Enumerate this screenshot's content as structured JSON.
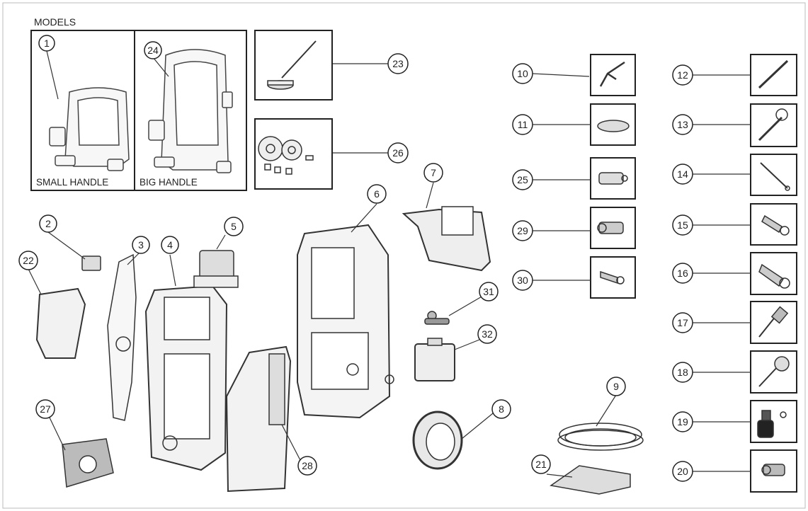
{
  "header": {
    "title": "MODELS"
  },
  "models": [
    {
      "callout": "1",
      "label": "SMALL HANDLE"
    },
    {
      "callout": "24",
      "label": "BIG HANDLE"
    }
  ],
  "callouts": [
    "1",
    "2",
    "3",
    "4",
    "5",
    "6",
    "7",
    "8",
    "9",
    "10",
    "11",
    "12",
    "13",
    "14",
    "15",
    "16",
    "17",
    "18",
    "19",
    "20",
    "21",
    "22",
    "23",
    "24",
    "25",
    "26",
    "27",
    "28",
    "29",
    "30",
    "31",
    "32"
  ],
  "colors": {
    "ink": "#333333",
    "frame": "#555555",
    "light": "#bdbdbd",
    "fill": "#eeeeee"
  }
}
